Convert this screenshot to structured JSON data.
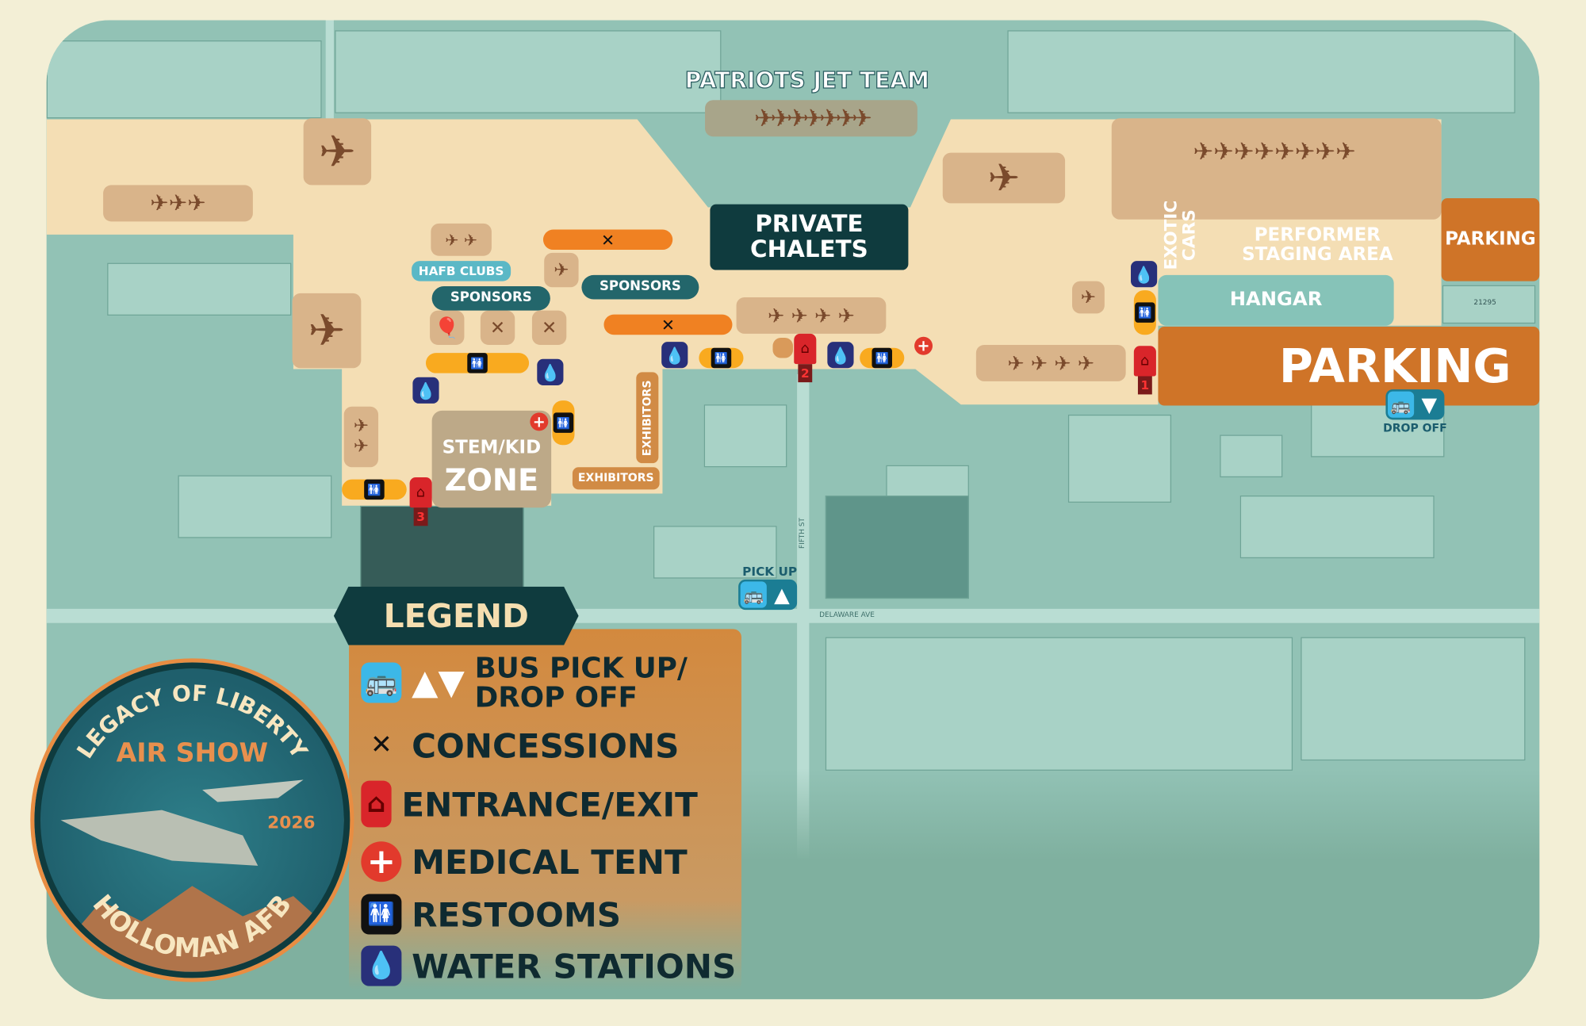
{
  "map": {
    "title": "PATRIOTS JET TEAM",
    "areas": {
      "private_chalets": "PRIVATE CHALETS",
      "exotic_cars": "EXOTIC CARS",
      "performer_staging": "PERFORMER STAGING AREA",
      "hangar": "HANGAR",
      "parking_small": "PARKING",
      "parking_large": "PARKING",
      "hafb_clubs": "HAFB CLUBS",
      "sponsors_left": "SPONSORS",
      "sponsors_right": "SPONSORS",
      "stem_line1": "STEM/KID",
      "stem_line2": "ZONE",
      "exhibitors_vertical": "EXHIBITORS",
      "exhibitors_horizontal": "EXHIBITORS"
    },
    "bus_stops": {
      "pick_up": "PICK UP",
      "drop_off": "DROP OFF"
    },
    "gates": [
      "1",
      "2",
      "3"
    ],
    "building_number": "21295",
    "street_labels": {
      "delaware": "DELAWARE AVE",
      "fifth": "FIFTH ST"
    }
  },
  "legend": {
    "title": "LEGEND",
    "items": [
      {
        "icon": "bus-icon",
        "label_line1": "BUS PICK UP/",
        "label_line2": "DROP OFF"
      },
      {
        "icon": "fork-knife-icon",
        "label": "CONCESSIONS"
      },
      {
        "icon": "entrance-gate-icon",
        "label": "ENTRANCE/EXIT"
      },
      {
        "icon": "medical-cross-icon",
        "label": "MEDICAL TENT"
      },
      {
        "icon": "restroom-icon",
        "label": "RESTOOMS"
      },
      {
        "icon": "water-drop-icon",
        "label": "WATER STATIONS"
      }
    ]
  },
  "logo": {
    "line1": "LEGACY OF LIBERTY",
    "line2": "AIR SHOW",
    "year": "2026",
    "bottom": "HOLLOMAN AFB"
  },
  "colors": {
    "background": "#f3efd6",
    "map_base": "#92c2b5",
    "event_ground": "#f4deb4",
    "parking": "#cf7428",
    "chalets": "#0f3b3e",
    "sponsors": "#23666b",
    "concessions": "#f08122",
    "restrooms": "#f9aa1f",
    "water": "#28307a",
    "entrance": "#d9252a"
  }
}
